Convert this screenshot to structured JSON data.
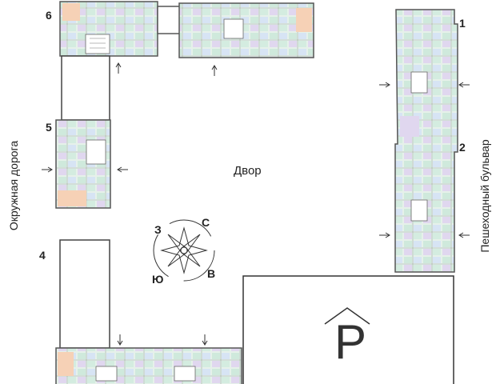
{
  "sections": [
    {
      "num": "1"
    },
    {
      "num": "2"
    },
    {
      "num": "4"
    },
    {
      "num": "5"
    },
    {
      "num": "6"
    }
  ],
  "labels": {
    "courtyard": "Двор",
    "left_road": "Окружная дорога",
    "right_road": "Пешеходный бульвар",
    "parking": "P"
  },
  "compass": {
    "north": "С",
    "east": "В",
    "south": "Ю",
    "west": "З"
  },
  "colors": {
    "wall": "#555555",
    "apt_green": "#cfe9dc",
    "apt_blue": "#cfe0f3",
    "apt_purple": "#ddd3ee",
    "apt_orange": "#f6d1b6",
    "apt_light": "#e8f2ec"
  }
}
